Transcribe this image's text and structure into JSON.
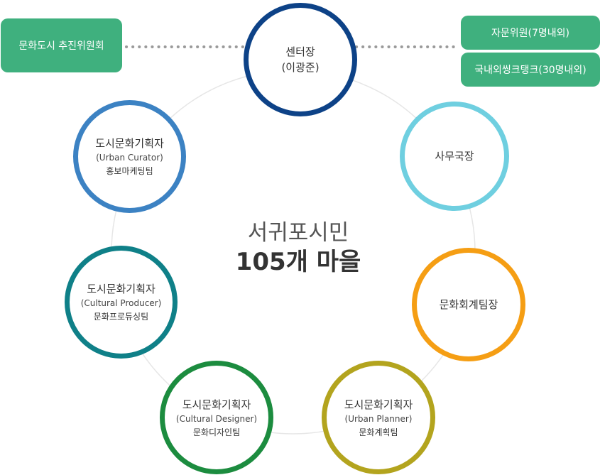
{
  "center": {
    "line1": "서귀포시민",
    "line2": "105개 마을"
  },
  "left_pill": {
    "label": "문화도시 추진위원회"
  },
  "right_pills": [
    {
      "label": "자문위원(7명내외)"
    },
    {
      "label": "국내외씽크탱크(30명내외)"
    }
  ],
  "nodes": [
    {
      "id": "director",
      "title": "센터장",
      "subtitle": "(이광준)",
      "team": "",
      "color": "#0d4287"
    },
    {
      "id": "secretary-general",
      "title": "사무국장",
      "subtitle": "",
      "team": "",
      "color": "#6fcfe0"
    },
    {
      "id": "culture-committee-head",
      "title": "문화회계팀장",
      "subtitle": "",
      "team": "",
      "color": "#f59e14"
    },
    {
      "id": "urban-planner",
      "title": "도시문화기획자",
      "subtitle": "(Urban Planner)",
      "team": "문화계획팀",
      "color": "#b3a41e"
    },
    {
      "id": "cultural-designer",
      "title": "도시문화기획자",
      "subtitle": "(Cultural Designer)",
      "team": "문화디자인팀",
      "color": "#1c8c3f"
    },
    {
      "id": "cultural-producer",
      "title": "도시문화기획자",
      "subtitle": "(Cultural Producer)",
      "team": "문화프로듀싱팀",
      "color": "#0f8088"
    },
    {
      "id": "urban-curator",
      "title": "도시문화기획자",
      "subtitle": "(Urban Curator)",
      "team": "홍보마케팅팀",
      "color": "#3c82c3"
    }
  ],
  "colors": {
    "pill": "#3fb07e",
    "dots": "#9a9a9a",
    "ring": "#e6e6e6"
  }
}
